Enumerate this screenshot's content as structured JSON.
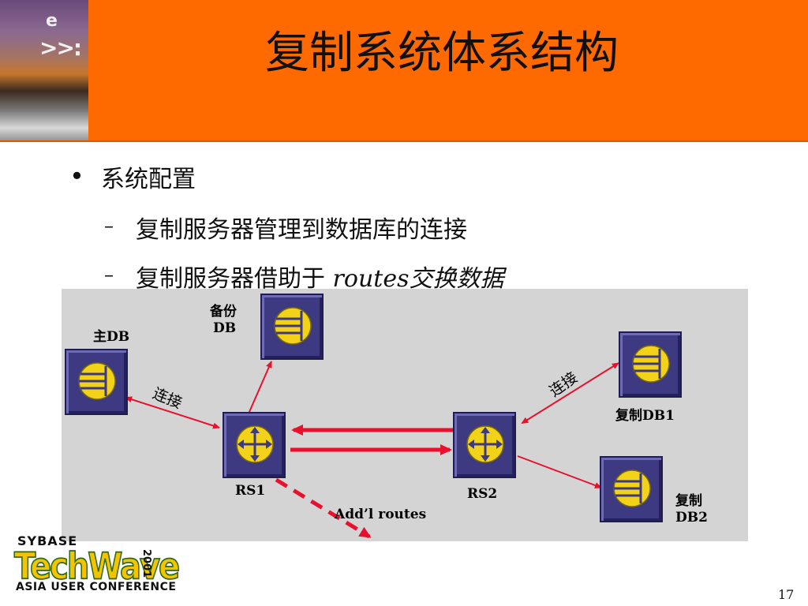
{
  "header": {
    "title": "复制系统体系结构",
    "photo_letter": "e",
    "photo_arrows": ">>:"
  },
  "bullets": {
    "main": "系统配置",
    "sub1": "复制服务器管理到数据库的连接",
    "sub2_prefix": "复制服务器借助于 ",
    "sub2_italic_en": "routes",
    "sub2_italic_cn": "交换数据"
  },
  "diagram": {
    "nodes": {
      "primary_db": "主DB",
      "backup_db_line1": "备份",
      "backup_db_line2": "DB",
      "rs1": "RS1",
      "rs2": "RS2",
      "replica_db1": "复制DB1",
      "replica_db2_line1": "复制",
      "replica_db2_line2": "DB2"
    },
    "edges": {
      "connect_left": "连接",
      "connect_right": "连接",
      "addl_routes": "Add’l routes"
    },
    "colors": {
      "node_fill": "#3d3a82",
      "disk_fill": "#f2d31a",
      "arrow": "#e8112d"
    }
  },
  "logo": {
    "brand": "SYBASE",
    "name": "TechWave",
    "year": "2001",
    "subtitle": "ASIA USER CONFERENCE"
  },
  "page_number": "17",
  "colors": {
    "header_bg": "#ff6a00",
    "diagram_bg": "#d4d4d4"
  }
}
